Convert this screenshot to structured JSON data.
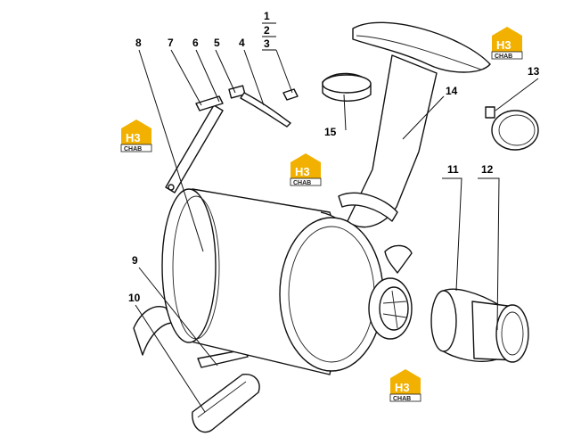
{
  "callouts": [
    "1",
    "2",
    "3",
    "4",
    "5",
    "6",
    "7",
    "8",
    "9",
    "10",
    "11",
    "12",
    "13",
    "14",
    "15"
  ],
  "logo": {
    "mark": "H3",
    "caption": "CHAB",
    "color": "#f2b100"
  }
}
